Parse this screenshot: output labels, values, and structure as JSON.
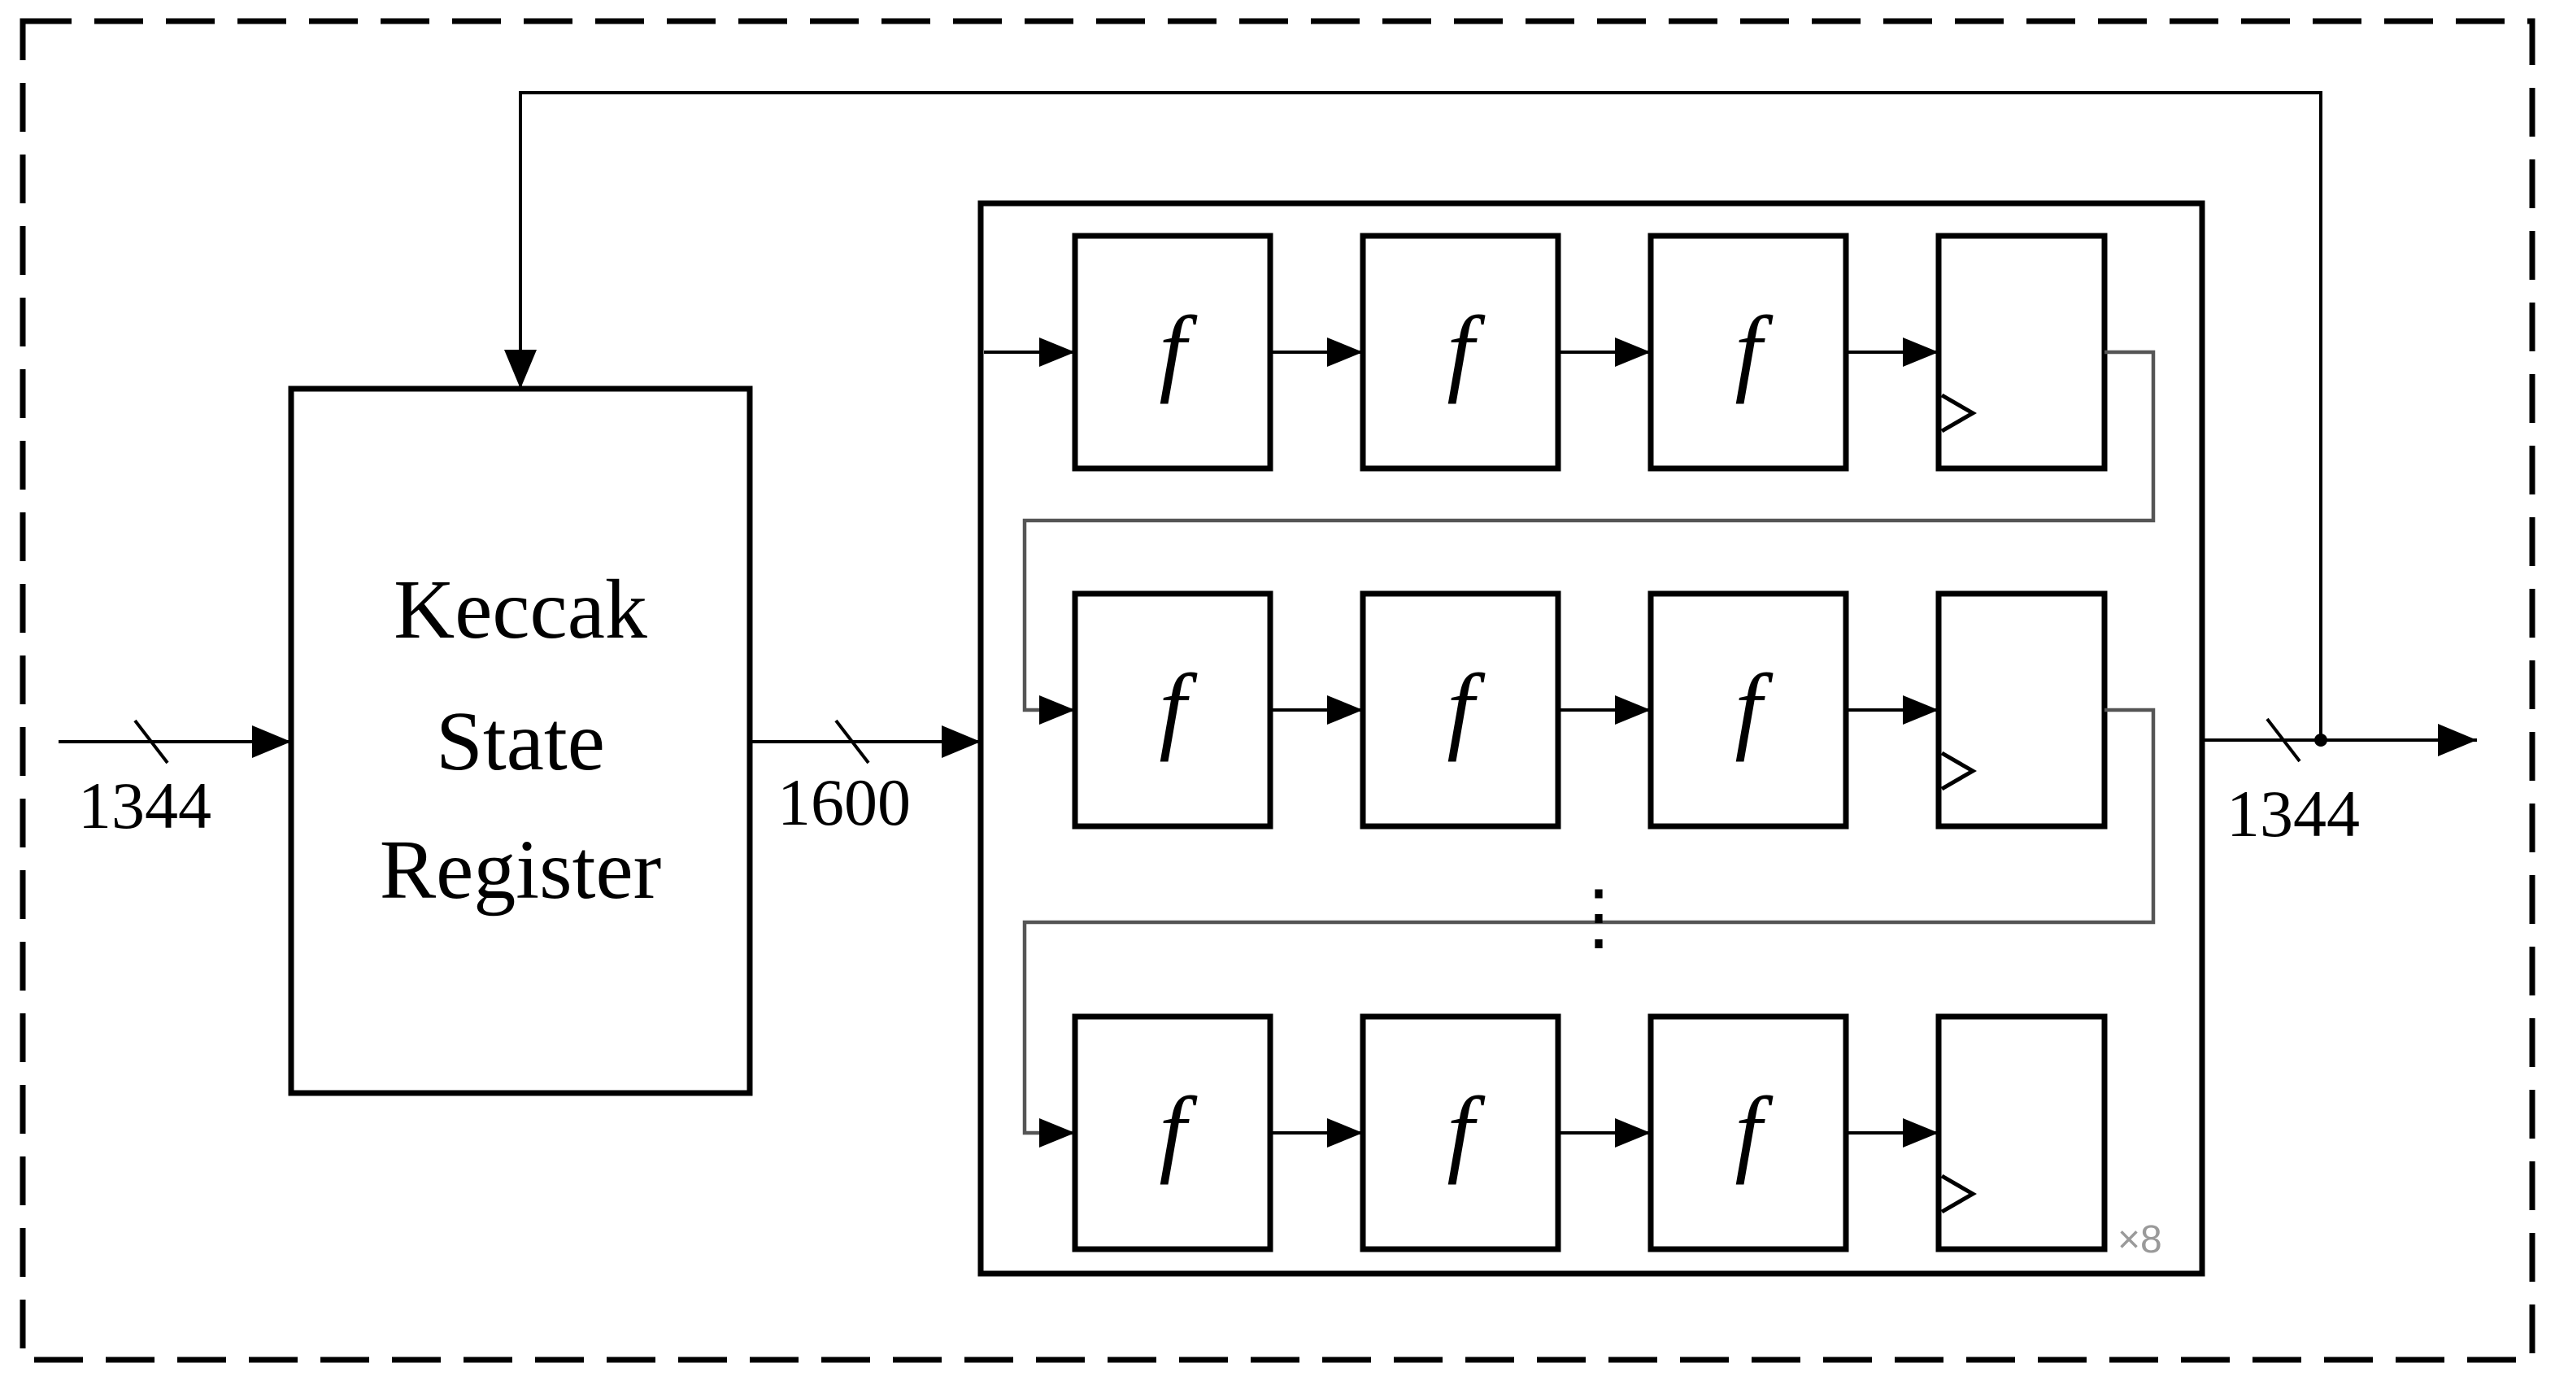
{
  "diagram": {
    "state_register": {
      "lines": [
        "Keccak",
        "State",
        "Register"
      ]
    },
    "input_width": "1344",
    "bus_width": "1600",
    "output_width": "1344",
    "function_label": "f",
    "repeat_label": "×8",
    "ellipsis": "⋮",
    "rows": 3,
    "functions_per_row": 3,
    "colors": {
      "line": "#000000",
      "register_fill": "#d3d3d3",
      "feedback_line": "#555555",
      "repeat_text": "#9a9a9a"
    }
  }
}
